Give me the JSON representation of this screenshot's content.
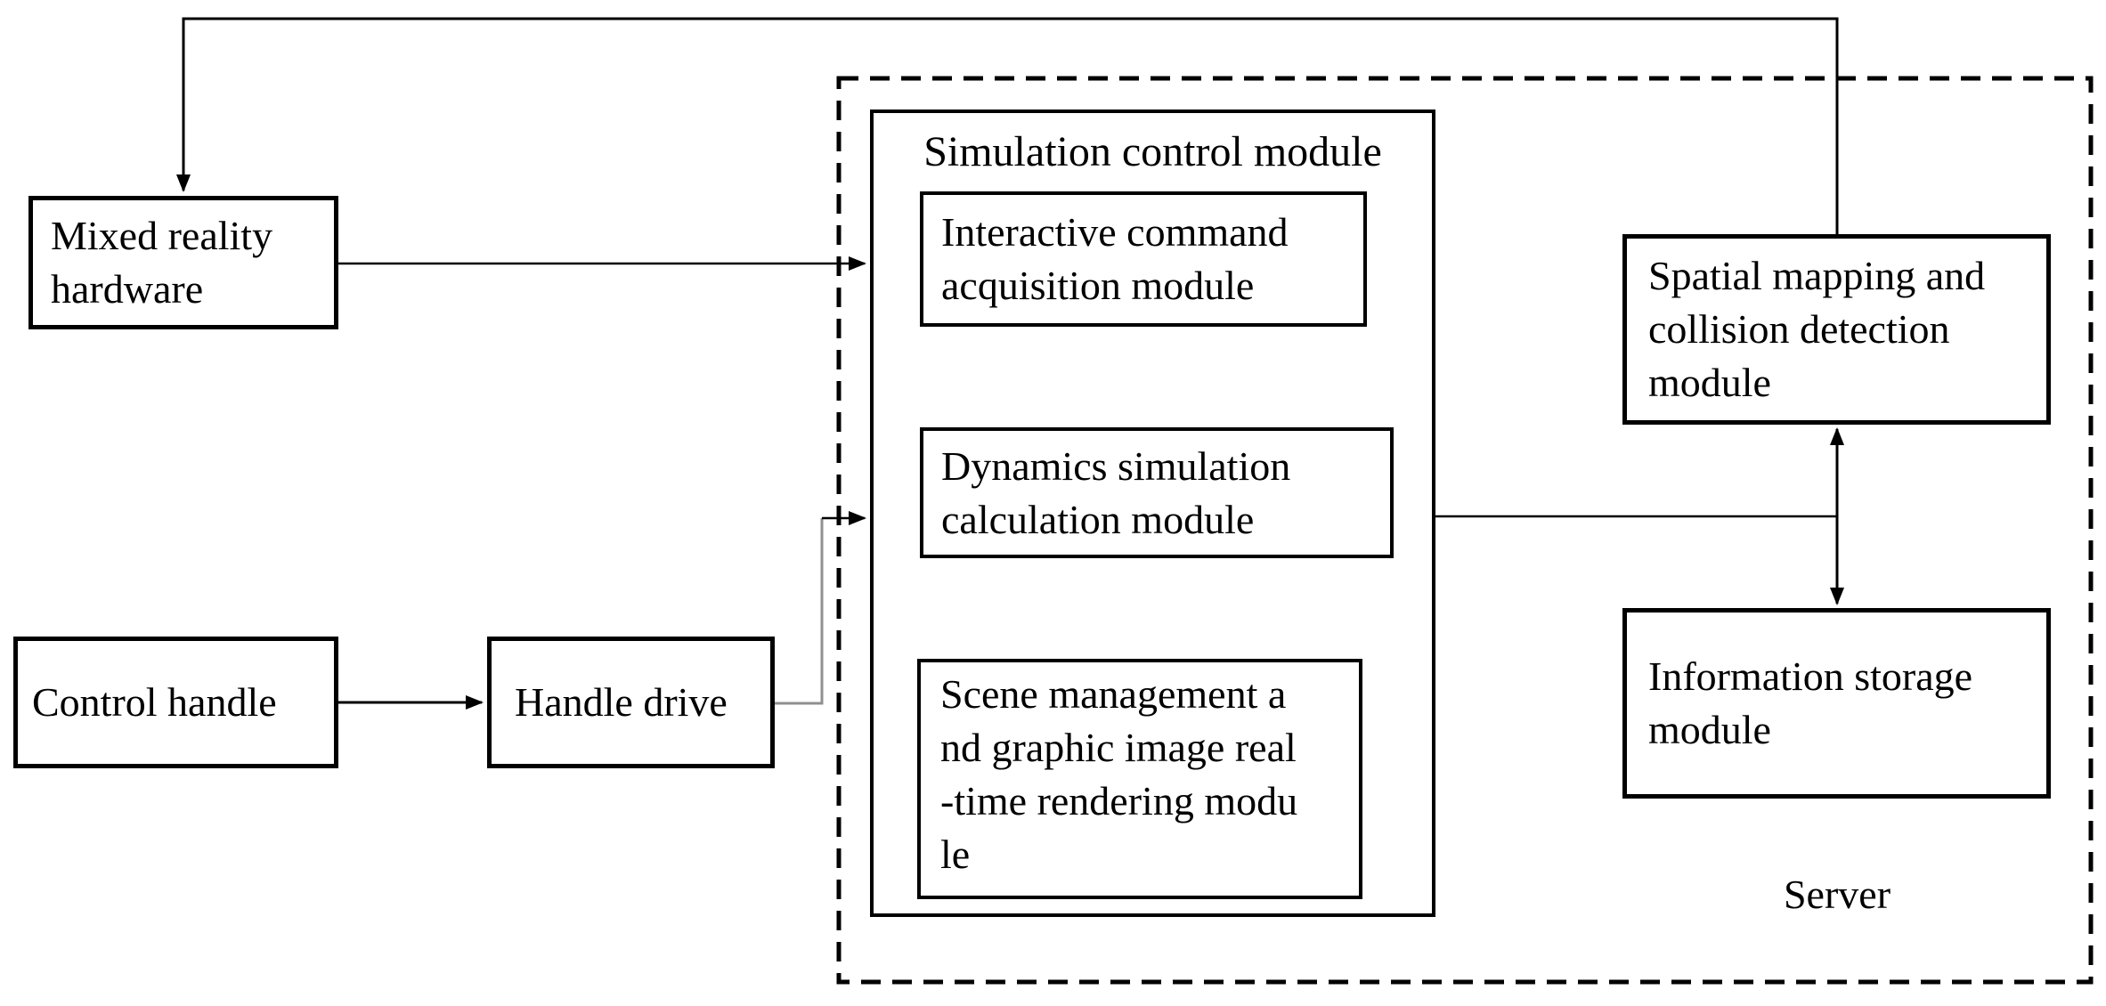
{
  "diagram": {
    "colors": {
      "background": "#ffffff",
      "line": "#000000",
      "handle_elbow_line": "#909090"
    },
    "nodes": {
      "mixed_reality_hardware": "Mixed reality\nhardware",
      "control_handle": "Control handle",
      "handle_drive": "Handle drive",
      "simulation_control_title": "Simulation control module",
      "interactive_command": "Interactive command\nacquisition module",
      "dynamics_simulation": "Dynamics simulation\ncalculation module",
      "scene_management": "Scene management a\nnd graphic image real\n-time rendering modu\nle",
      "spatial_mapping": "Spatial mapping and\ncollision detection\nmodule",
      "information_storage": "Information storage\nmodule",
      "server": "Server"
    }
  }
}
